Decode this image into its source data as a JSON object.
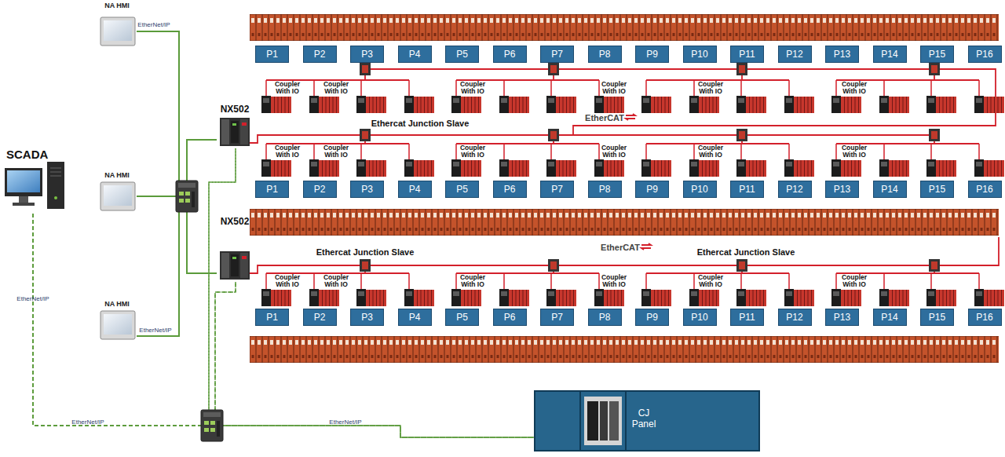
{
  "diagram": {
    "nodes": [
      {
        "text": [
          "NA HMI"
        ]
      },
      {
        "text": [
          "NX502"
        ]
      },
      {
        "text": [
          "SCADA"
        ]
      },
      {
        "text": [
          "NA HMI"
        ]
      },
      {
        "text": [
          "NX502"
        ]
      },
      {
        "text": [
          "NA HMI"
        ]
      },
      {
        "text": [
          "CJ Panel"
        ]
      },
      {
        "text": [
          "P1"
        ]
      },
      {
        "text": [
          "P2"
        ]
      },
      {
        "text": [
          "P3"
        ]
      },
      {
        "text": [
          "P4"
        ]
      },
      {
        "text": [
          "P5"
        ]
      },
      {
        "text": [
          "P6"
        ]
      },
      {
        "text": [
          "P7"
        ]
      },
      {
        "text": [
          "P8"
        ]
      },
      {
        "text": [
          "P9"
        ]
      },
      {
        "text": [
          "P10"
        ]
      },
      {
        "text": [
          "P11"
        ]
      },
      {
        "text": [
          "P12"
        ]
      },
      {
        "text": [
          "P13"
        ]
      },
      {
        "text": [
          "P14"
        ]
      },
      {
        "text": [
          "P15"
        ]
      },
      {
        "text": [
          "P16"
        ]
      },
      {
        "text": [
          "P1"
        ]
      },
      {
        "text": [
          "P2"
        ]
      },
      {
        "text": [
          "P3"
        ]
      },
      {
        "text": [
          "P4"
        ]
      },
      {
        "text": [
          "P5"
        ]
      },
      {
        "text": [
          "P6"
        ]
      },
      {
        "text": [
          "P7"
        ]
      },
      {
        "text": [
          "P8"
        ]
      },
      {
        "text": [
          "P9"
        ]
      },
      {
        "text": [
          "P10"
        ]
      },
      {
        "text": [
          "P11"
        ]
      },
      {
        "text": [
          "P12"
        ]
      },
      {
        "text": [
          "P13"
        ]
      },
      {
        "text": [
          "P14"
        ]
      },
      {
        "text": [
          "P15"
        ]
      },
      {
        "text": [
          "P16"
        ]
      },
      {
        "text": [
          "P1"
        ]
      },
      {
        "text": [
          "P2"
        ]
      },
      {
        "text": [
          "P3"
        ]
      },
      {
        "text": [
          "P4"
        ]
      },
      {
        "text": [
          "P5"
        ]
      },
      {
        "text": [
          "P6"
        ]
      },
      {
        "text": [
          "P7"
        ]
      },
      {
        "text": [
          "P8"
        ]
      },
      {
        "text": [
          "P9"
        ]
      },
      {
        "text": [
          "P10"
        ]
      },
      {
        "text": [
          "P11"
        ]
      },
      {
        "text": [
          "P12"
        ]
      },
      {
        "text": [
          "P13"
        ]
      },
      {
        "text": [
          "P14"
        ]
      },
      {
        "text": [
          "P15"
        ]
      },
      {
        "text": [
          "P16"
        ]
      }
    ],
    "edges": [
      {
        "from": 0,
        "to": 1,
        "arrow": "none"
      },
      {
        "from": 0,
        "to": 4,
        "arrow": "none"
      },
      {
        "from": 3,
        "to": 1,
        "arrow": "none"
      },
      {
        "from": 3,
        "to": 4,
        "arrow": "none"
      },
      {
        "from": 5,
        "to": 1,
        "arrow": "none"
      },
      {
        "from": 5,
        "to": 4,
        "arrow": "none"
      },
      {
        "from": 2,
        "to": 1,
        "arrow": "none"
      },
      {
        "from": 2,
        "to": 4,
        "arrow": "none"
      },
      {
        "from": 2,
        "to": 6,
        "arrow": "none"
      },
      {
        "from": 1,
        "to": 6,
        "arrow": "none"
      },
      {
        "from": 4,
        "to": 6,
        "arrow": "none"
      }
    ],
    "labels": [
      "EtherNet/IP",
      "EtherNet/IP",
      "EtherNet/IP",
      "EtherNet/IP",
      "EtherNet/IP",
      "EtherCAT",
      "EtherCAT",
      "Ethercat Junction Slave",
      "Ethercat Junction Slave",
      "Ethercat Junction Slave",
      "Coupler With IO",
      "Coupler With IO",
      "Coupler With IO",
      "Coupler With IO",
      "Coupler With IO",
      "Coupler With IO",
      "Coupler With IO",
      "Coupler With IO",
      "Coupler With IO",
      "Coupler With IO",
      "Coupler With IO",
      "Coupler With IO",
      "Coupler With IO",
      "Coupler With IO",
      "Coupler With IO",
      "Coupler With IO",
      "Coupler With IO",
      "Coupler With IO"
    ]
  }
}
